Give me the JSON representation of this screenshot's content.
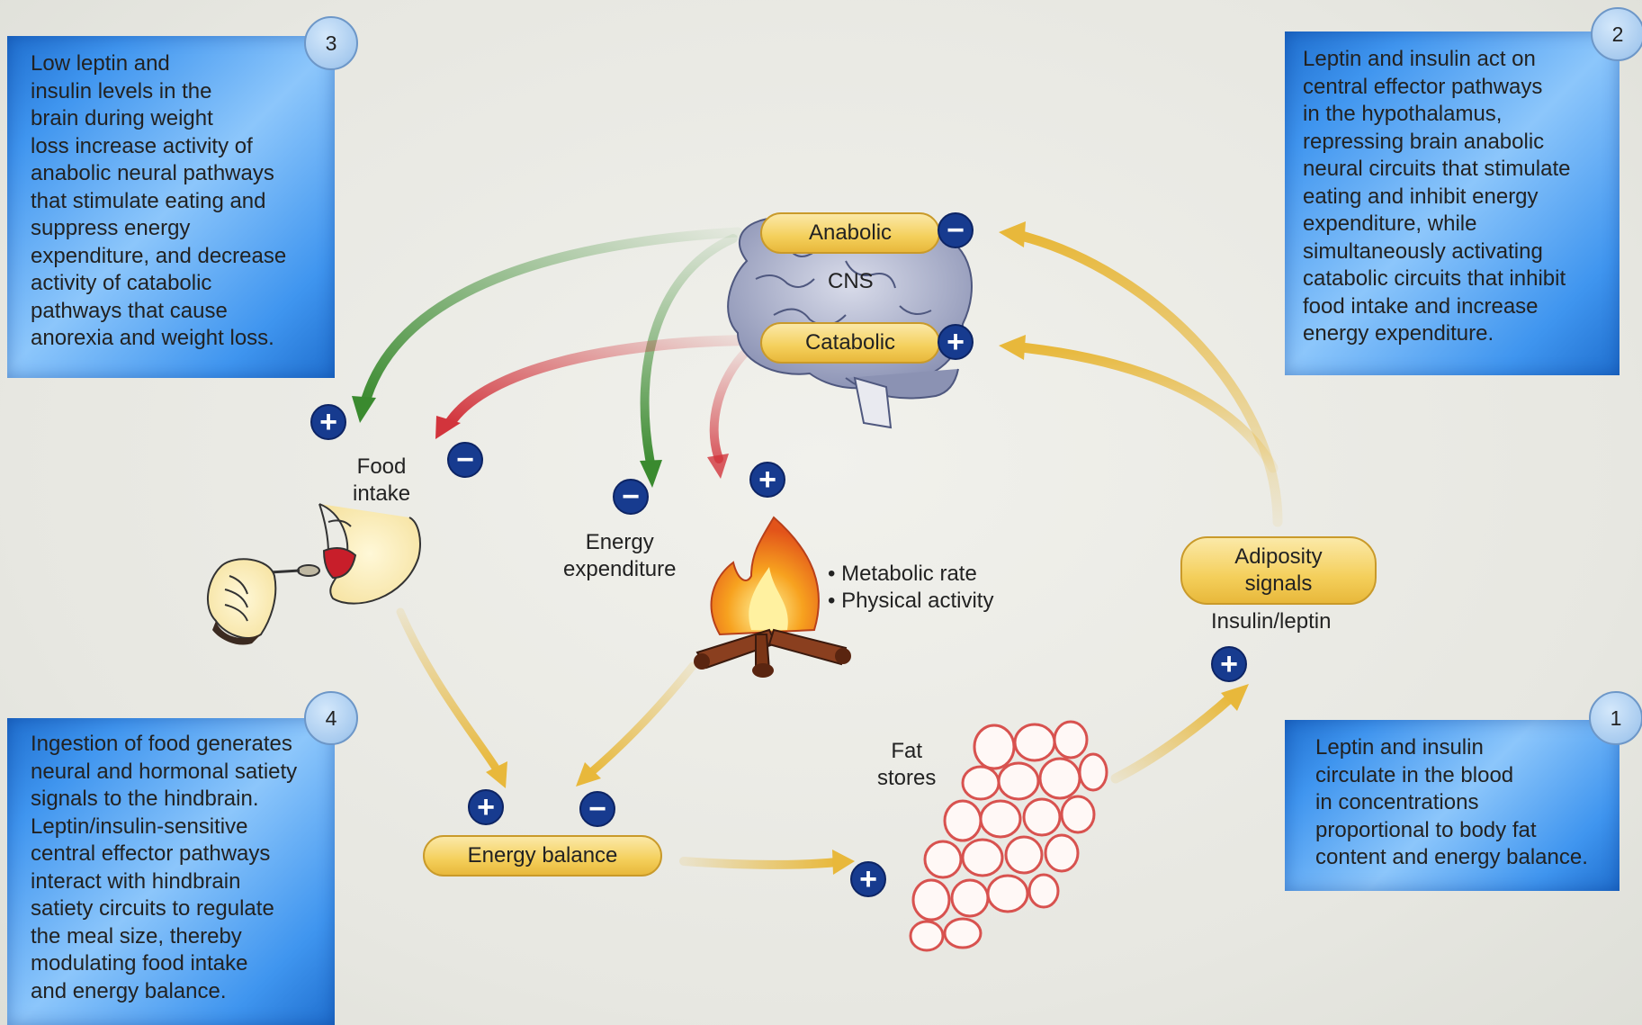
{
  "boxes": {
    "box1": {
      "number": "1",
      "lines": [
        "Leptin and insulin",
        "circulate in the blood",
        "in concentrations",
        "proportional to body fat",
        "content and energy balance."
      ]
    },
    "box2": {
      "number": "2",
      "lines": [
        "Leptin and insulin act on",
        "central effector pathways",
        "in the hypothalamus,",
        "repressing brain anabolic",
        "neural circuits that stimulate",
        "eating and inhibit energy",
        "expenditure, while",
        "simultaneously activating",
        "catabolic circuits that inhibit",
        "food intake and increase",
        "energy expenditure."
      ]
    },
    "box3": {
      "number": "3",
      "lines": [
        "Low leptin and",
        "insulin levels in the",
        "brain during weight",
        "loss increase activity of",
        "anabolic neural pathways",
        "that stimulate eating and",
        "suppress energy",
        "expenditure, and decrease",
        "activity of catabolic",
        "pathways that cause",
        "anorexia and weight loss."
      ]
    },
    "box4": {
      "number": "4",
      "lines": [
        "Ingestion of food generates",
        "neural and hormonal satiety",
        "signals to the hindbrain.",
        "Leptin/insulin-sensitive",
        "central effector pathways",
        "interact with hindbrain",
        "satiety circuits to regulate",
        "the meal size, thereby",
        "modulating food intake",
        "and energy balance."
      ]
    }
  },
  "labels": {
    "cns": "CNS",
    "anabolic": "Anabolic",
    "catabolic": "Catabolic",
    "food_intake": "Food\nintake",
    "energy_expenditure": "Energy\nexpenditure",
    "metabolic_rate": "• Metabolic rate",
    "physical_activity": "• Physical activity",
    "adiposity_signals": "Adiposity\nsignals",
    "insulin_leptin": "Insulin/leptin",
    "fat_stores": "Fat\nstores",
    "energy_balance": "Energy balance"
  },
  "signs": {
    "plus": "+",
    "minus": "−"
  },
  "colors": {
    "box_blue": "#3f95ef",
    "pill_gold": "#f4cf5b",
    "sign_navy": "#173b8f",
    "arrow_green": "#3f8f35",
    "arrow_red": "#d2343c",
    "arrow_gold": "#e8b83b",
    "fat_cells": "#d8524f"
  }
}
